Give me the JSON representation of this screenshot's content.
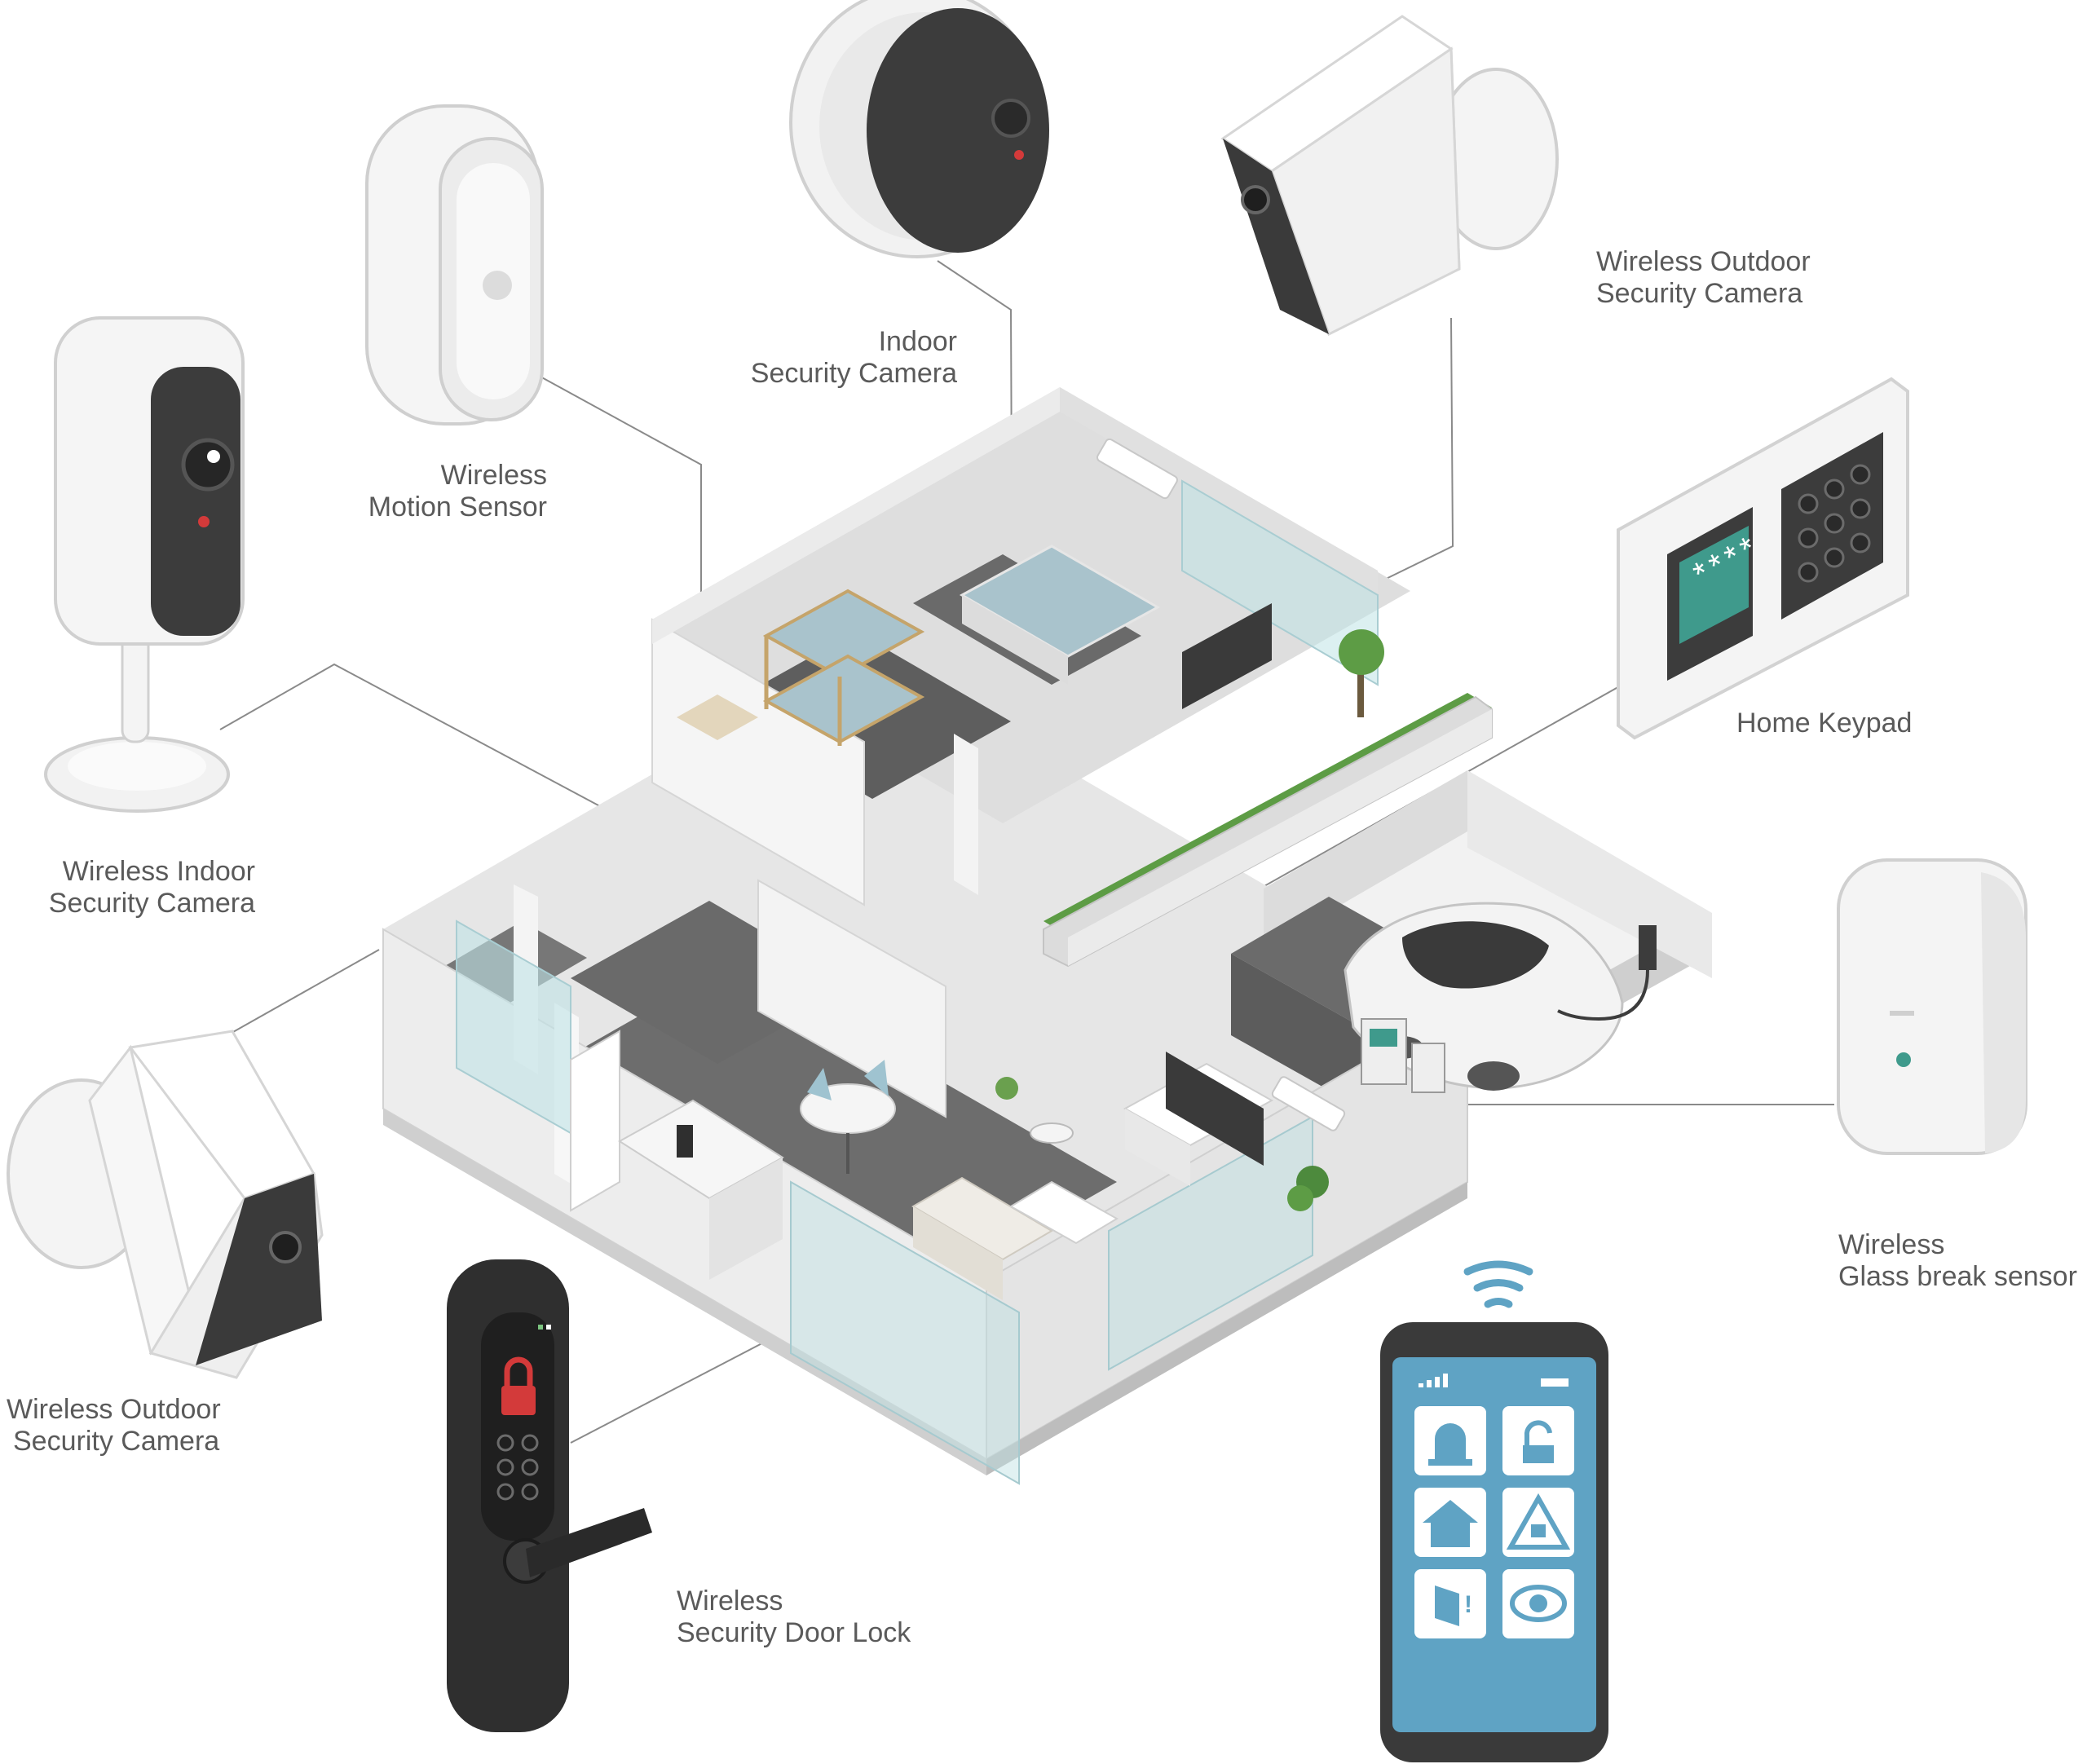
{
  "labels": {
    "indoor_camera": {
      "line1": "Indoor",
      "line2": "Security Camera"
    },
    "outdoor_camera_top": {
      "line1": "Wireless Outdoor",
      "line2": "Security Camera"
    },
    "motion_sensor": {
      "line1": "Wireless",
      "line2": "Motion Sensor"
    },
    "indoor_camera_left": {
      "line1": "Wireless Indoor",
      "line2": "Security Camera"
    },
    "home_keypad": {
      "line1": "Home Keypad"
    },
    "outdoor_camera_left": {
      "line1": "Wireless Outdoor",
      "line2": "Security Camera"
    },
    "glass_break": {
      "line1": "Wireless",
      "line2": "Glass break sensor"
    },
    "door_lock": {
      "line1": "Wireless",
      "line2": "Security Door Lock"
    }
  },
  "keypad_screen_text": "****",
  "icon_names": [
    "alarm-siren-icon",
    "unlock-icon",
    "home-alert-icon",
    "warning-lock-icon",
    "broken-window-icon",
    "eye-icon",
    "wifi-icon",
    "padlock-icon",
    "signal-icon",
    "battery-icon"
  ],
  "colors": {
    "screen_teal": "#3f9a8c",
    "phone_screen": "#5fa3c4",
    "lock_red": "#d33a3a",
    "plant_green": "#5d9c45",
    "device_dark": "#3c3c3c",
    "floor_gray": "#6d6d6d"
  }
}
